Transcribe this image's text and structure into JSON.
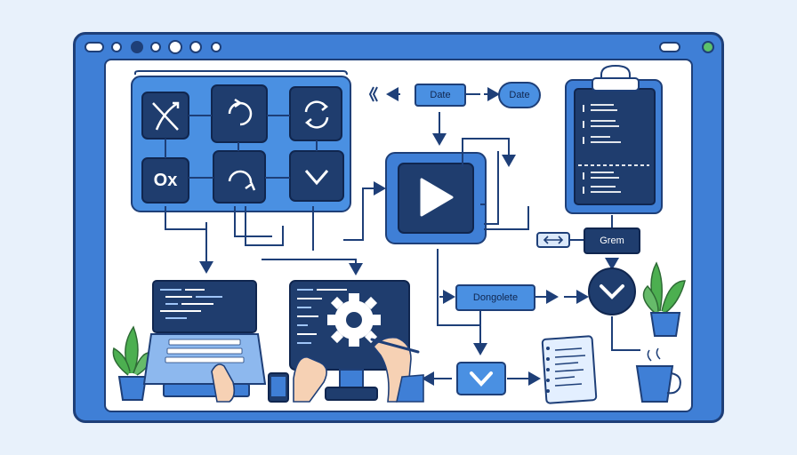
{
  "window": {
    "titlebar_icons": [
      "window-dot-icon",
      "window-dot-icon",
      "window-dot-icon",
      "window-dot-icon",
      "window-dot-icon",
      "window-dot-icon",
      "window-pill-icon",
      "window-status-icon"
    ]
  },
  "grid_icons": [
    "shuffle-icon",
    "refresh-icon",
    "sync-arrows-icon",
    "ox-text",
    "recycle-icon",
    "chevron-down-icon"
  ],
  "grid": {
    "ox_text": "Ox"
  },
  "nodes": {
    "date_box": "Date",
    "date_oval": "Date",
    "grem_box": "Grem",
    "dongolete_box": "Dongolete"
  },
  "colors": {
    "primary": "#3f7fd6",
    "dark": "#1e3f78",
    "navy": "#1f3d6e",
    "light": "#e8f1fb",
    "plant": "#4caf50"
  }
}
